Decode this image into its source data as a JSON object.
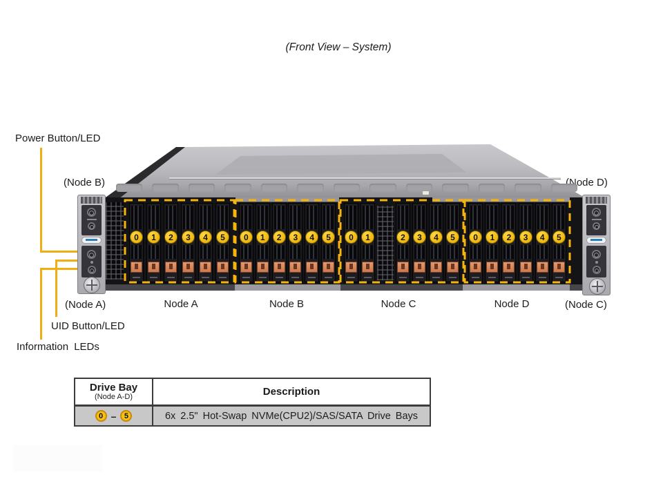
{
  "title": "(Front View – System)",
  "callouts": {
    "power_label": "Power Button/LED",
    "uid_label": "UID Button/LED",
    "info_label": "Information LEDs",
    "node_a": "(Node A)",
    "node_b": "(Node B)",
    "node_c": "(Node C)",
    "node_d": "(Node D)"
  },
  "nodes": [
    {
      "label": "Node A",
      "bays": [
        "0",
        "1",
        "2",
        "3",
        "4",
        "5"
      ],
      "gap_before_index": null
    },
    {
      "label": "Node B",
      "bays": [
        "0",
        "1",
        "2",
        "3",
        "4",
        "5"
      ],
      "gap_before_index": null
    },
    {
      "label": "Node C",
      "bays": [
        "0",
        "1",
        "2",
        "3",
        "4",
        "5"
      ],
      "gap_before_index": 2
    },
    {
      "label": "Node D",
      "bays": [
        "0",
        "1",
        "2",
        "3",
        "4",
        "5"
      ],
      "gap_before_index": null
    }
  ],
  "table": {
    "col1_header": "Drive Bay",
    "col1_subheader": "(Node A-D)",
    "col2_header": "Description",
    "bay_range": {
      "start": "0",
      "separator": "–",
      "end": "5"
    },
    "description": "6x 2.5\" Hot-Swap NVMe(CPU2)/SAS/SATA Drive Bays"
  },
  "colors": {
    "leader_line": "#f2ac14",
    "bay_outline": "#f5b40e",
    "badge_yellow": "#edb50f",
    "latch_orange": "#cf7f52",
    "table_row_bg": "#c8c8c8"
  }
}
